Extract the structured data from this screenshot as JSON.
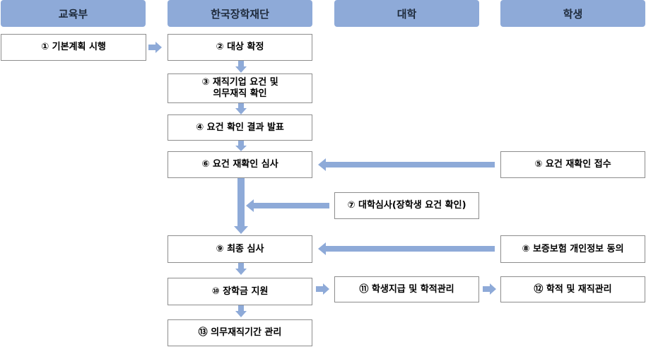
{
  "headers": {
    "moe": "교육부",
    "kosaf": "한국장학재단",
    "university": "대학",
    "student": "학생"
  },
  "steps": {
    "s1": "① 기본계획 시행",
    "s2": "② 대상 확정",
    "s3": "③ 재직기업 요건 및\n의무재직 확인",
    "s4": "④ 요건 확인 결과 발표",
    "s5": "⑤ 요건 재확인 접수",
    "s6": "⑥ 요건 재확인 심사",
    "s7": "⑦ 대학심사(장학생 요건 확인)",
    "s8": "⑧ 보증보험 개인정보 동의",
    "s9": "⑨ 최종 심사",
    "s10": "⑩ 장학금 지원",
    "s11": "⑪ 학생지급 및 학적관리",
    "s12": "⑫ 학적 및 재직관리",
    "s13": "⑬ 의무재직기간 관리"
  },
  "colors": {
    "header_fill": "#8eaad8",
    "arrow": "#8eaad8",
    "box_border": "#8d8d8d"
  }
}
